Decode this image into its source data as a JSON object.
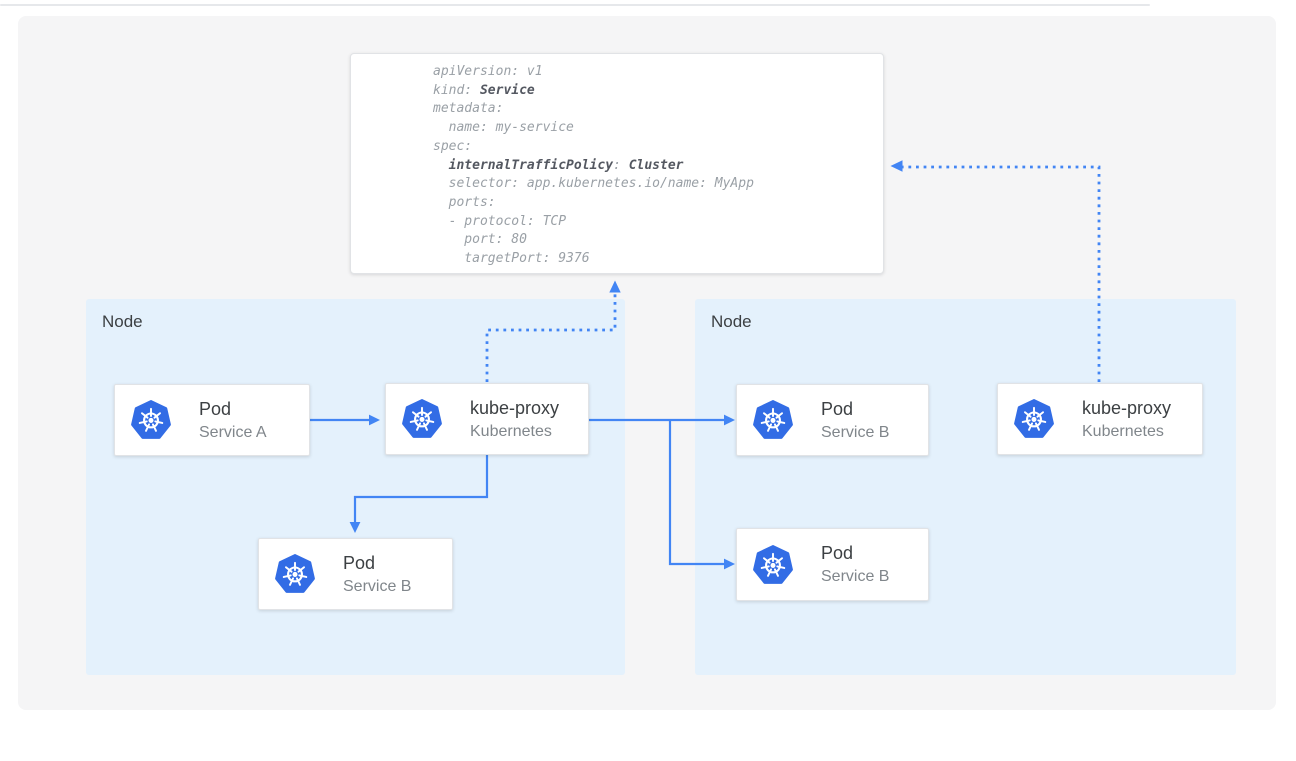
{
  "colors": {
    "page_bg": "#ffffff",
    "panel_bg": "#f5f5f6",
    "node_bg": "#e4f1fc",
    "card_bg": "#ffffff",
    "card_border": "#e1e3e6",
    "arrow_blue": "#4285f4",
    "k8s_blue": "#326ce5",
    "title_text": "#3c4043",
    "subtitle_text": "#80868b",
    "yaml_text": "#9aa0a6",
    "yaml_bold_text": "#545861",
    "divider": "#e6e8eb"
  },
  "yaml_card": {
    "lines": [
      [
        {
          "text": "apiVersion: v1",
          "bold": false
        }
      ],
      [
        {
          "text": "kind: ",
          "bold": false
        },
        {
          "text": "Service",
          "bold": true
        }
      ],
      [
        {
          "text": "metadata:",
          "bold": false
        }
      ],
      [
        {
          "text": "  name: my-service",
          "bold": false
        }
      ],
      [
        {
          "text": "spec:",
          "bold": false
        }
      ],
      [
        {
          "text": "  ",
          "bold": false
        },
        {
          "text": "internalTrafficPolicy",
          "bold": true
        },
        {
          "text": ": ",
          "bold": false
        },
        {
          "text": "Cluster",
          "bold": true
        }
      ],
      [
        {
          "text": "  selector: app.kubernetes.io/name: MyApp",
          "bold": false
        }
      ],
      [
        {
          "text": "  ports:",
          "bold": false
        }
      ],
      [
        {
          "text": "  - protocol: TCP",
          "bold": false
        }
      ],
      [
        {
          "text": "    port: 80",
          "bold": false
        }
      ],
      [
        {
          "text": "    targetPort: 9376",
          "bold": false
        }
      ]
    ]
  },
  "nodes": {
    "left": {
      "label": "Node",
      "cards": {
        "pod_a": {
          "title": "Pod",
          "subtitle": "Service A",
          "icon": "kubernetes-icon"
        },
        "kube_proxy": {
          "title": "kube-proxy",
          "subtitle": "Kubernetes",
          "icon": "kubernetes-icon"
        },
        "pod_b": {
          "title": "Pod",
          "subtitle": "Service B",
          "icon": "kubernetes-icon"
        }
      }
    },
    "right": {
      "label": "Node",
      "cards": {
        "pod_b_top": {
          "title": "Pod",
          "subtitle": "Service B",
          "icon": "kubernetes-icon"
        },
        "pod_b_bottom": {
          "title": "Pod",
          "subtitle": "Service B",
          "icon": "kubernetes-icon"
        },
        "kube_proxy": {
          "title": "kube-proxy",
          "subtitle": "Kubernetes",
          "icon": "kubernetes-icon"
        }
      }
    }
  }
}
